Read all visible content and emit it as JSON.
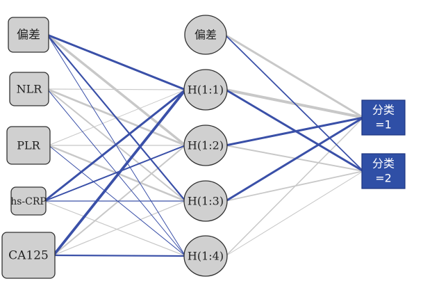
{
  "colors": {
    "positive": "#3a50a8",
    "negative": "#c8c8c8",
    "node_fill": "#d0d0d0",
    "node_stroke": "#303030",
    "output_fill": "#2f4fa6",
    "output_stroke": "#1d3580"
  },
  "input_nodes": [
    {
      "id": "i0",
      "label": "偏差"
    },
    {
      "id": "i1",
      "label": "NLR"
    },
    {
      "id": "i2",
      "label": "PLR"
    },
    {
      "id": "i3",
      "label": "hs-CRP"
    },
    {
      "id": "i4",
      "label": "CA125"
    }
  ],
  "hidden_nodes": [
    {
      "id": "h0",
      "label": "偏差"
    },
    {
      "id": "h1",
      "label": "H(1:1)"
    },
    {
      "id": "h2",
      "label": "H(1:2)"
    },
    {
      "id": "h3",
      "label": "H(1:3)"
    },
    {
      "id": "h4",
      "label": "H(1:4)"
    }
  ],
  "output_nodes": [
    {
      "id": "o1",
      "line1": "分类",
      "line2": "=1"
    },
    {
      "id": "o2",
      "line1": "分类",
      "line2": "=2"
    }
  ],
  "edges": [
    {
      "from": "i0",
      "to": "h1",
      "sign": "positive",
      "weight": 3.0
    },
    {
      "from": "i0",
      "to": "h2",
      "sign": "negative",
      "weight": 3.5
    },
    {
      "from": "i0",
      "to": "h3",
      "sign": "positive",
      "weight": 2.2
    },
    {
      "from": "i0",
      "to": "h4",
      "sign": "positive",
      "weight": 1.0
    },
    {
      "from": "i1",
      "to": "h1",
      "sign": "negative",
      "weight": 1.2
    },
    {
      "from": "i1",
      "to": "h2",
      "sign": "negative",
      "weight": 2.8
    },
    {
      "from": "i1",
      "to": "h3",
      "sign": "negative",
      "weight": 2.0
    },
    {
      "from": "i1",
      "to": "h4",
      "sign": "positive",
      "weight": 1.0
    },
    {
      "from": "i2",
      "to": "h1",
      "sign": "negative",
      "weight": 1.0
    },
    {
      "from": "i2",
      "to": "h2",
      "sign": "negative",
      "weight": 1.2
    },
    {
      "from": "i2",
      "to": "h3",
      "sign": "negative",
      "weight": 2.5
    },
    {
      "from": "i2",
      "to": "h4",
      "sign": "positive",
      "weight": 1.0
    },
    {
      "from": "i3",
      "to": "h1",
      "sign": "positive",
      "weight": 3.0
    },
    {
      "from": "i3",
      "to": "h2",
      "sign": "positive",
      "weight": 2.0
    },
    {
      "from": "i3",
      "to": "h3",
      "sign": "positive",
      "weight": 1.2
    },
    {
      "from": "i3",
      "to": "h4",
      "sign": "negative",
      "weight": 1.2
    },
    {
      "from": "i4",
      "to": "h1",
      "sign": "positive",
      "weight": 3.8
    },
    {
      "from": "i4",
      "to": "h2",
      "sign": "negative",
      "weight": 2.0
    },
    {
      "from": "i4",
      "to": "h3",
      "sign": "negative",
      "weight": 1.2
    },
    {
      "from": "i4",
      "to": "h4",
      "sign": "positive",
      "weight": 2.2
    },
    {
      "from": "h0",
      "to": "o1",
      "sign": "negative",
      "weight": 3.0
    },
    {
      "from": "h0",
      "to": "o2",
      "sign": "positive",
      "weight": 1.8
    },
    {
      "from": "h1",
      "to": "o1",
      "sign": "negative",
      "weight": 4.0
    },
    {
      "from": "h1",
      "to": "o2",
      "sign": "positive",
      "weight": 3.0
    },
    {
      "from": "h2",
      "to": "o1",
      "sign": "positive",
      "weight": 3.0
    },
    {
      "from": "h2",
      "to": "o2",
      "sign": "negative",
      "weight": 2.0
    },
    {
      "from": "h3",
      "to": "o1",
      "sign": "positive",
      "weight": 3.0
    },
    {
      "from": "h3",
      "to": "o2",
      "sign": "negative",
      "weight": 1.8
    },
    {
      "from": "h4",
      "to": "o1",
      "sign": "negative",
      "weight": 1.5
    },
    {
      "from": "h4",
      "to": "o2",
      "sign": "negative",
      "weight": 1.0
    }
  ]
}
